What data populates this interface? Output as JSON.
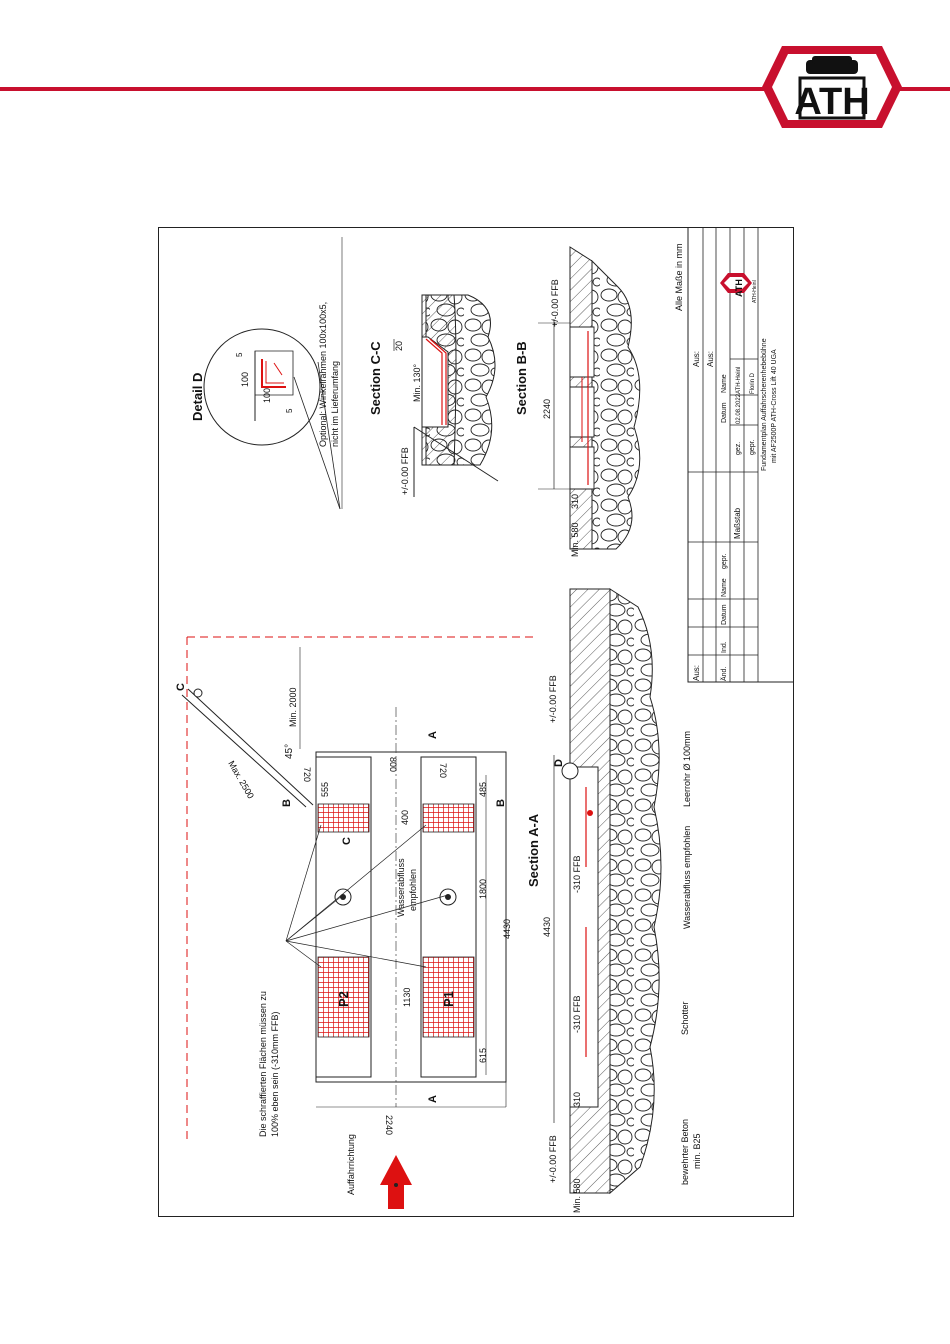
{
  "header": {
    "brand_text": "ATH",
    "brand_color": "#c8102e"
  },
  "detail_d": {
    "title": "Detail D",
    "dim_100_a": "100",
    "dim_100_b": "100",
    "dim_5_a": "5",
    "dim_5_b": "5",
    "note_line1": "Optional: Winkelrahmen 100x100x5,",
    "note_line2": "nicht im Lieferumfang"
  },
  "section_cc": {
    "title": "Section C-C",
    "ffb": "+/-0.00 FFB",
    "angle": "Min. 130°",
    "dim_20": "20"
  },
  "section_bb": {
    "title": "Section B-B",
    "ffb": "+/-0.00 FFB",
    "dim_2240": "2240",
    "dim_310": "310",
    "dim_580": "Min. 580"
  },
  "section_aa": {
    "title": "Section A-A",
    "ffb_left": "+/-0.00 FFB",
    "ffb_right": "+/-0.00 FFB",
    "minus310_a": "-310 FFB",
    "minus310_b": "-310 FFB",
    "dim_4430": "4430",
    "dim_310": "310",
    "dim_580": "Min. 580",
    "d_label": "D",
    "leerrohr": "Leerrohr Ø 100mm",
    "wasser": "Wasserabfluss empfohlen",
    "schotter": "Schotter",
    "beton_1": "bewehrter Beton",
    "beton_2": "min. B25"
  },
  "plan": {
    "hatch_note_1": "Die schraffierten Flächen müssen zu",
    "hatch_note_2": "100% eben sein (-310mm FFB)",
    "auffahrt": "Auffahrrichtung",
    "p1": "P1",
    "p2": "P2",
    "wasser_1": "Wasserabfluss",
    "wasser_2": "empfohlen",
    "dim_2240": "2240",
    "dim_1130": "1130",
    "dim_1800": "1800",
    "dim_4430": "4430",
    "dim_615": "615",
    "dim_485": "485",
    "dim_400": "400",
    "dim_555": "555",
    "dim_720a": "720",
    "dim_800": "800",
    "dim_720b": "720",
    "angle_45": "45°",
    "max_2500": "Max. 2500",
    "min_2000": "Min. 2000",
    "label_a": "A",
    "label_a2": "A",
    "label_b": "B",
    "label_b2": "B",
    "label_c": "C",
    "label_c2": "C"
  },
  "titleblock": {
    "units": "Alle Maße in mm",
    "aus1": "Aus:",
    "aus2": "Aus:",
    "aus3": "Aus:",
    "masstab": "Maßstab",
    "col_datum": "Datum",
    "col_name": "Name",
    "row_gez": "gez.",
    "row_gepr": "gepr.",
    "gez_date": "02.08.2022",
    "gez_name": "ATH-Heinl",
    "gepr_name": "Florin D",
    "rev_aend": "Änd.",
    "rev_ind": "Ind.",
    "rev_datum": "Datum",
    "rev_name": "Name",
    "rev_gepr": "gepr.",
    "title_1": "Fundamentplan Auffahrscherenhebebühne",
    "title_2": "mit AF2500P ATH-Cross Lift 40 UGA",
    "logo_small": "ATH",
    "logo_sub": "ATH-Heinl"
  }
}
